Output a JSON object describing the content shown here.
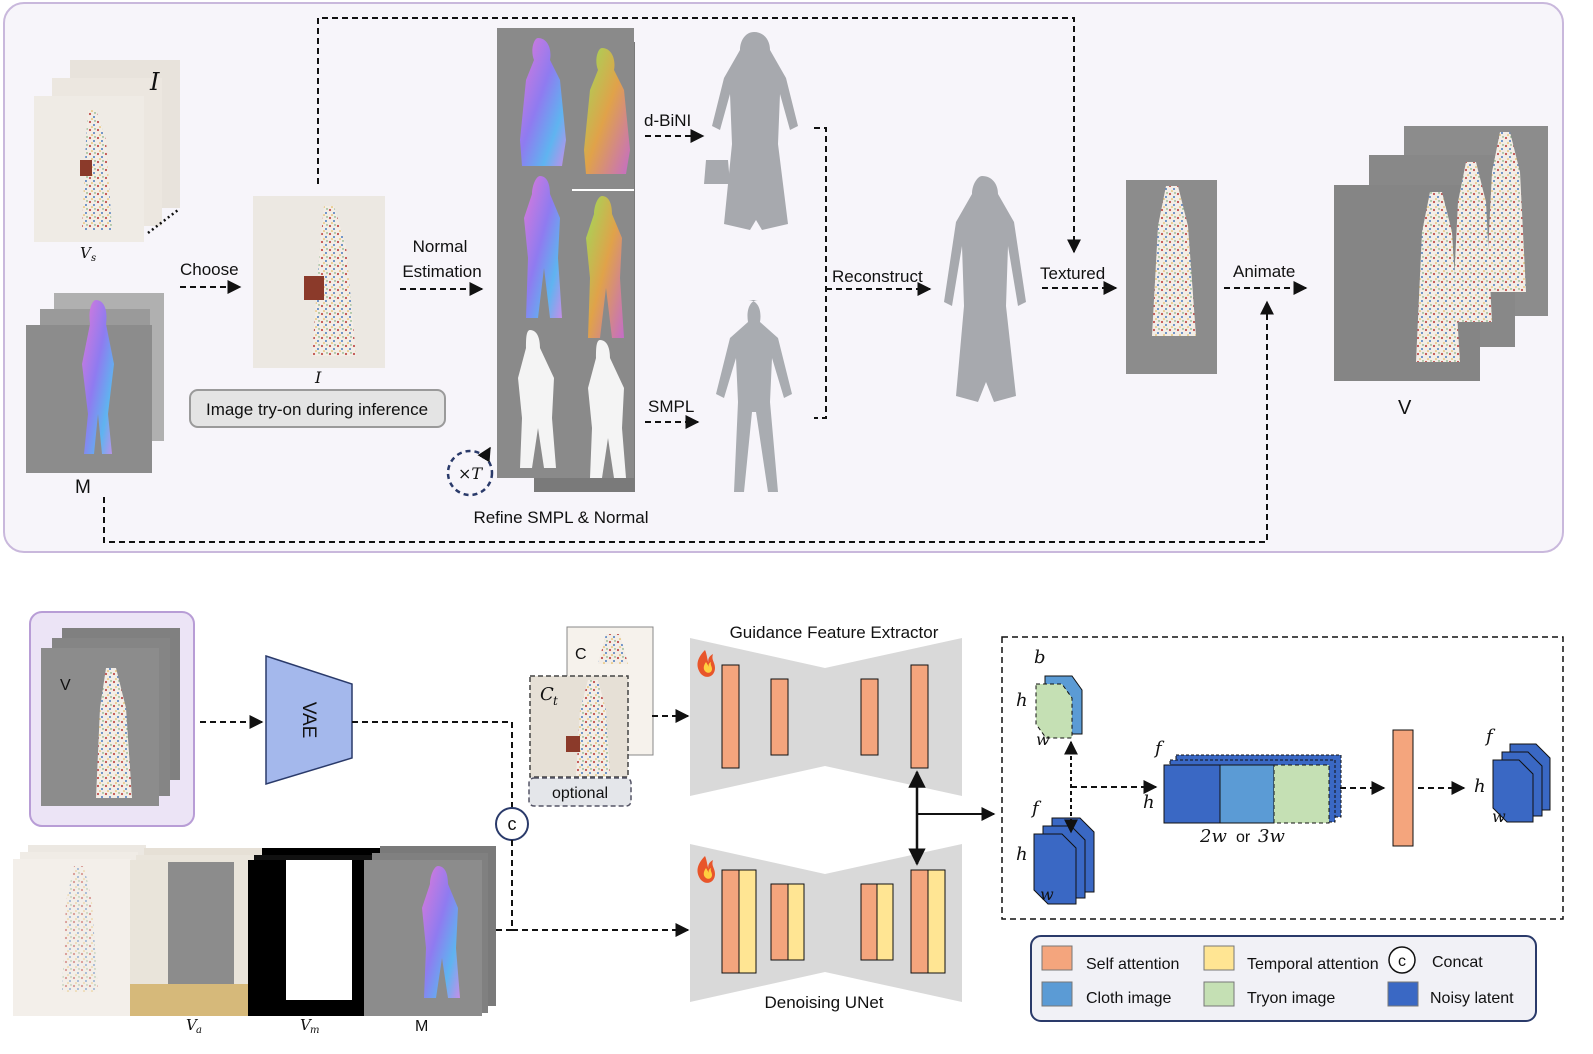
{
  "top": {
    "labels": {
      "vs": "V",
      "vs_sub": "s",
      "i_corner": "I",
      "m": "M",
      "choose": "Choose",
      "i_caption": "I",
      "tryon_note": "Image try-on during inference",
      "normal_estimation_1": "Normal",
      "normal_estimation_2": "Estimation",
      "dbini": "d-BiNI",
      "smpl": "SMPL",
      "times_t": "×T",
      "refine": "Refine SMPL & Normal",
      "reconstruct": "Reconstruct",
      "textured": "Textured",
      "animate": "Animate",
      "v_out": "V"
    }
  },
  "bottom": {
    "labels": {
      "v_in": "V",
      "vae": "VAE",
      "c": "C",
      "ct": "C",
      "ct_sub": "t",
      "optional": "optional",
      "concat_symbol": "c",
      "guidance": "Guidance Feature Extractor",
      "denoising": "Denoising UNet",
      "va": "V",
      "va_sub": "a",
      "vm": "V",
      "vm_sub": "m",
      "m": "M"
    },
    "attention": {
      "b": "b",
      "h": "h",
      "w": "w",
      "f": "f",
      "width_2w": "2w",
      "or": "or",
      "width_3w": "3w"
    },
    "legend": {
      "self_attention": "Self attention",
      "temporal_attention": "Temporal attention",
      "concat": "Concat",
      "cloth_image": "Cloth image",
      "tryon_image": "Tryon image",
      "noisy_latent": "Noisy latent"
    }
  },
  "colors": {
    "panel_bg": "#f7f5fa",
    "panel_border": "#c9b8dc",
    "self_attention": "#f4a57d",
    "temporal_attention": "#ffe593",
    "cloth_image": "#5b9bd5",
    "tryon_image": "#c5e0b4",
    "noisy_latent": "#3a68c4",
    "unet_gray": "#d9d9d9",
    "photo_gray": "#8c8c8c",
    "vae_blue": "#a4b8ec"
  }
}
